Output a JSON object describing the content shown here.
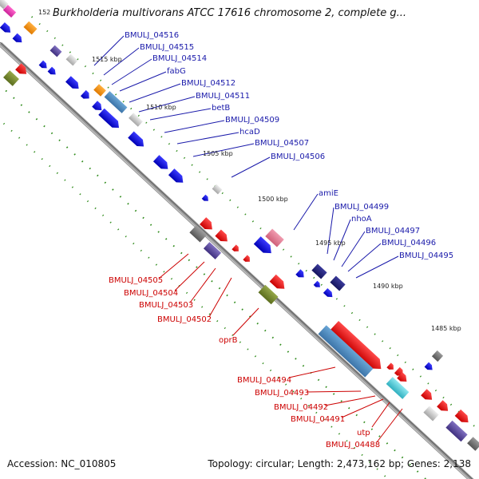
{
  "title": "Burkholderia multivorans ATCC 17616 chromosome 2, complete g...",
  "footer": {
    "accession": "Accession: NC_010805",
    "topology": "Topology: circular; Length: 2,473,162 bp; Genes: 2,138"
  },
  "colors": {
    "forward_label": "#1a1aaa",
    "reverse_label": "#cc0000",
    "backbone": "#8e8e8e"
  },
  "ticks": [
    "152",
    "1515 kbp",
    "1510 kbp",
    "1505 kbp",
    "1500 kbp",
    "1495 kbp",
    "1490 kbp",
    "1485 kbp"
  ],
  "labels": {
    "forward": [
      "BMULJ_04516",
      "BMULJ_04515",
      "BMULJ_04514",
      "fabG",
      "BMULJ_04512",
      "BMULJ_04511",
      "betB",
      "BMULJ_04509",
      "hcaD",
      "BMULJ_04507",
      "BMULJ_04506",
      "amiE",
      "BMULJ_04499",
      "nhoA",
      "BMULJ_04497",
      "BMULJ_04496",
      "BMULJ_04495"
    ],
    "reverse": [
      "BMULJ_04505",
      "BMULJ_04504",
      "BMULJ_04503",
      "BMULJ_04502",
      "oprB",
      "BMULJ_04494",
      "BMULJ_04493",
      "BMULJ_04492",
      "BMULJ_04491",
      "utp",
      "BMULJ_04488"
    ]
  }
}
